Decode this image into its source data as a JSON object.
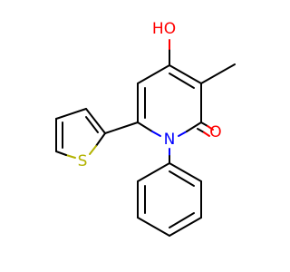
{
  "molecule": {
    "atoms": {
      "hydroxyl_label": "HO",
      "carbonyl_o_label": "O",
      "nitrogen_label": "N",
      "sulfur_label": "S"
    },
    "colors": {
      "bond": "#000000",
      "oxygen": "#ff0000",
      "nitrogen": "#0000ff",
      "sulfur": "#b2b200",
      "background": "#ffffff"
    }
  }
}
